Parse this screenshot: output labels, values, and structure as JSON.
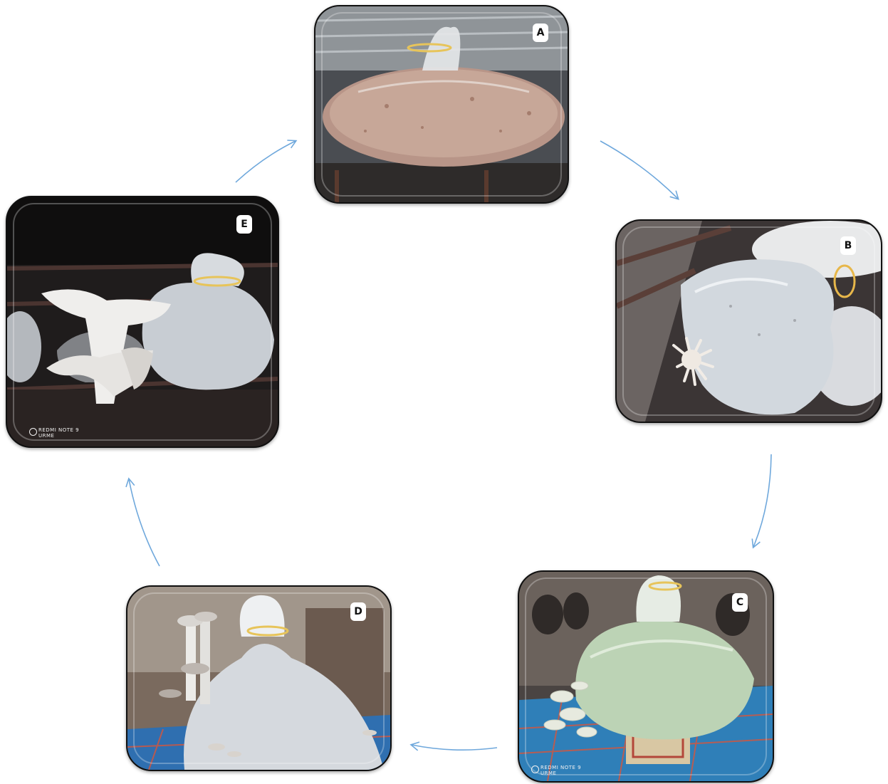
{
  "panels": {
    "a": {
      "label": "A"
    },
    "b": {
      "label": "B"
    },
    "c": {
      "label": "C",
      "watermark_line1": "REDMI NOTE 9",
      "watermark_line2": "URME"
    },
    "d": {
      "label": "D"
    },
    "e": {
      "label": "E",
      "watermark_line1": "REDMI NOTE 9",
      "watermark_line2": "URME"
    }
  },
  "colors": {
    "arrow": "#6fa8dc",
    "panel_border": "#111111",
    "badge_bg": "#ffffff"
  },
  "icons": {
    "arrow_icon": "curved-arrow",
    "camera_icon": "dual-circle-camera-mark"
  }
}
